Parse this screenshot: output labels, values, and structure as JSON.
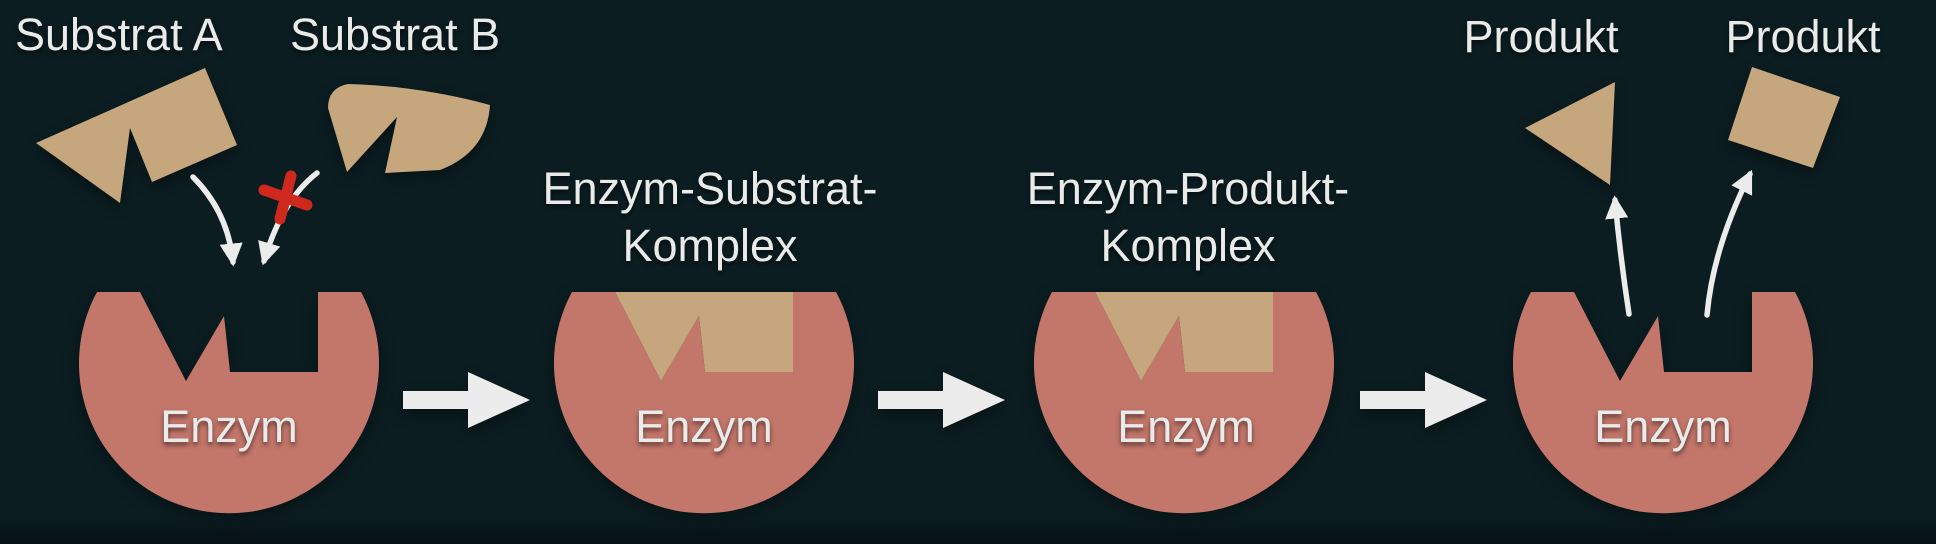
{
  "colors": {
    "background": "#0b1d21",
    "enzyme": "#c3766a",
    "substrate": "#c6a67c",
    "text": "#e9eaea",
    "arrow": "#ececec",
    "reject_x": "#d0281c"
  },
  "stage_1": {
    "label_substrat_a": "Substrat A",
    "label_substrat_b": "Substrat B",
    "enzyme_label": "Enzym"
  },
  "stage_2": {
    "title_line1": "Enzym-Substrat-",
    "title_line2": "Komplex",
    "enzyme_label": "Enzym"
  },
  "stage_3": {
    "title_line1": "Enzym-Produkt-",
    "title_line2": "Komplex",
    "enzyme_label": "Enzym"
  },
  "stage_4": {
    "label_produkt_left": "Produkt",
    "label_produkt_right": "Produkt",
    "enzyme_label": "Enzym"
  }
}
